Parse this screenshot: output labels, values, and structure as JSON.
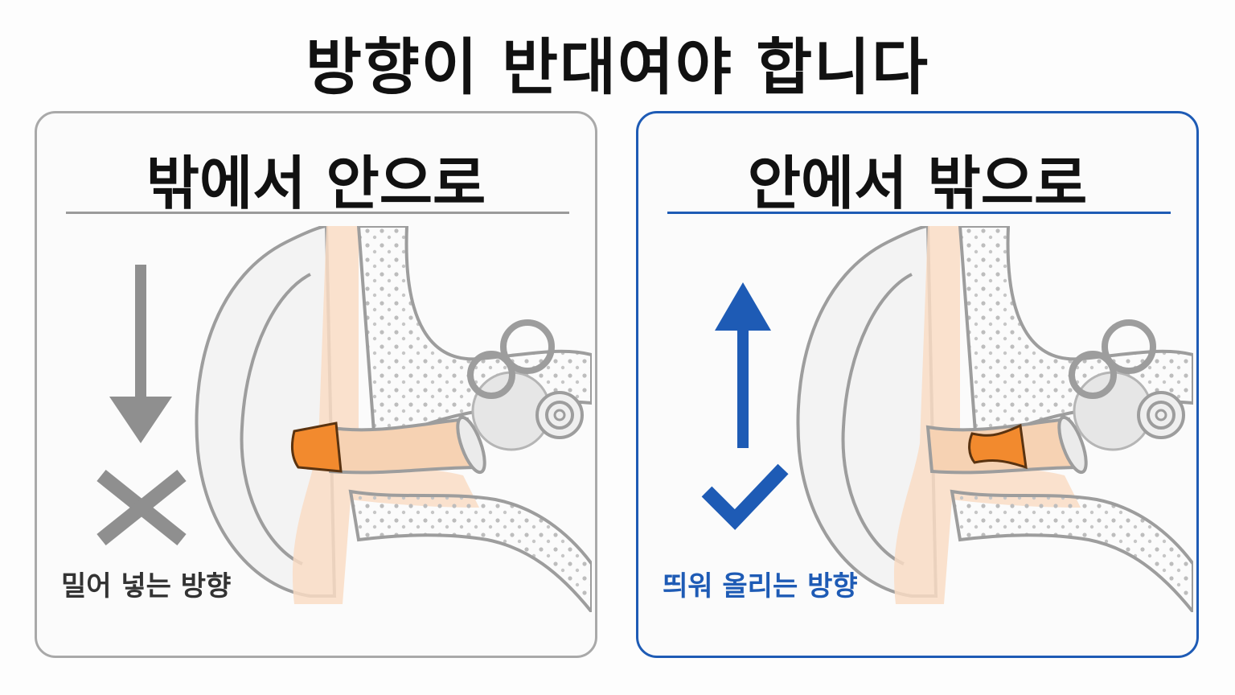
{
  "title": "방향이 반대여야 합니다",
  "panels": [
    {
      "heading": "밖에서 안으로",
      "caption": "밀어 넣는 방향",
      "arrow_direction": "down",
      "verdict_icon": "x-mark-icon",
      "accent_color": "#8f8f8f"
    },
    {
      "heading": "안에서 밖으로",
      "caption": "띄워 올리는 방향",
      "arrow_direction": "up",
      "verdict_icon": "checkmark-icon",
      "accent_color": "#1e5bb5"
    }
  ],
  "colors": {
    "earplug": "#f28a2e",
    "ear_canal": "#f9dcc4",
    "bone_fill": "#ececec",
    "line": "#9d9d9d"
  }
}
